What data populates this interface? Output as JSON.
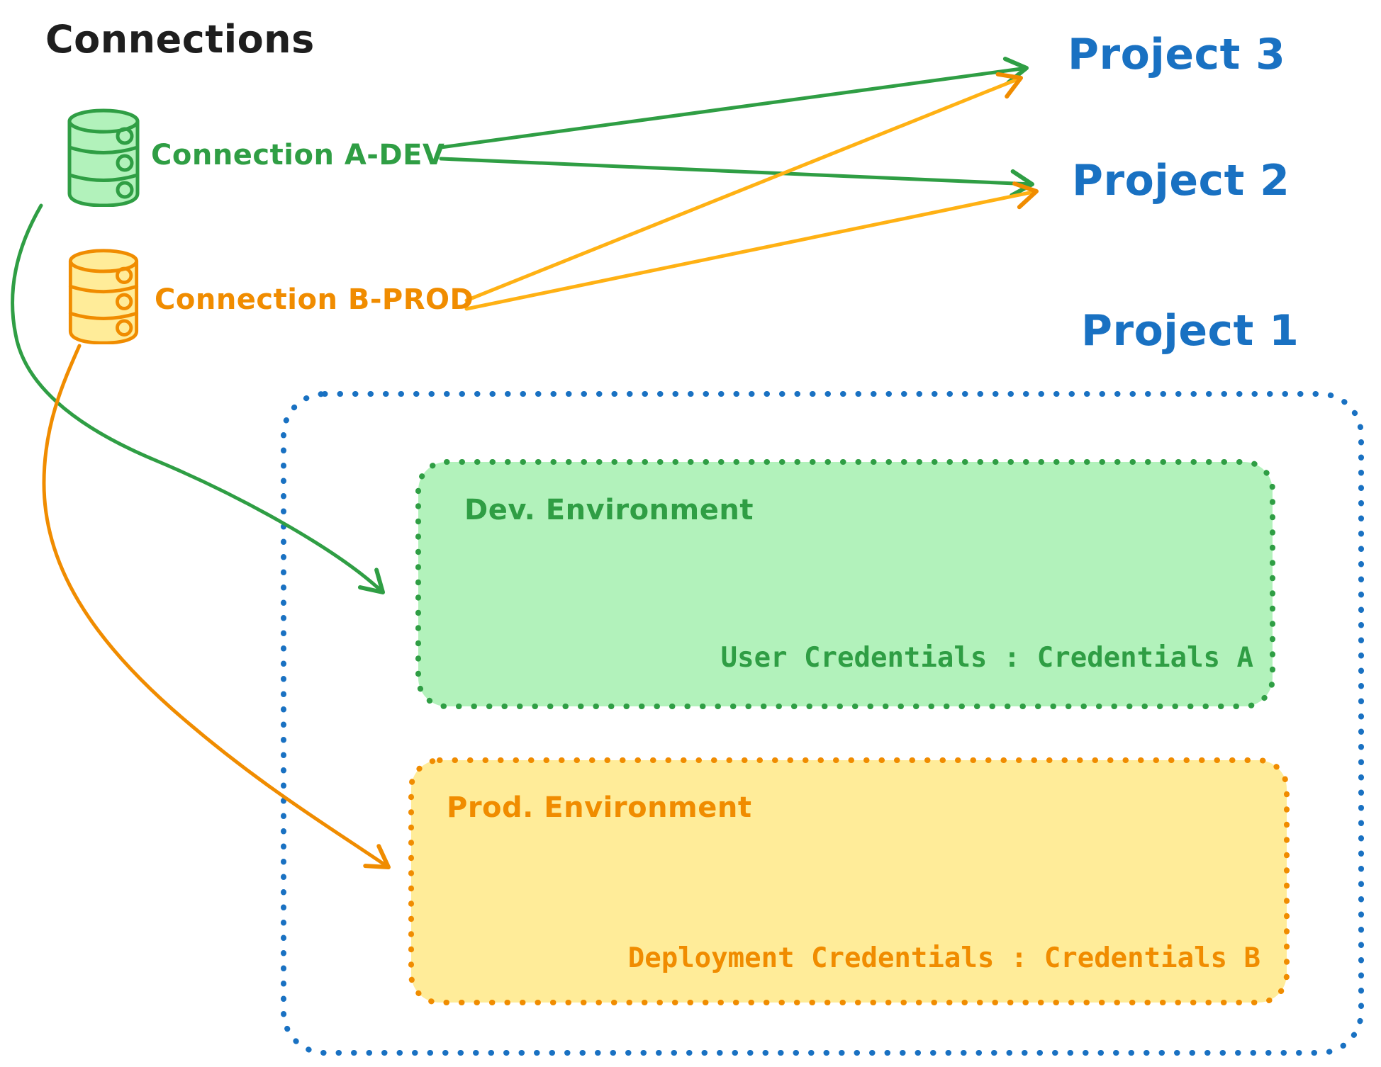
{
  "title": "Connections",
  "colors": {
    "black": "#1e1e1e",
    "green": "#2f9e44",
    "green_fill": "#b2f2bb",
    "orange": "#f08c00",
    "orange_fill": "#ffec99",
    "blue": "#1971c2",
    "background": "#ffffff"
  },
  "connections": [
    {
      "label": "Connection A-DEV",
      "color": "#2f9e44",
      "icon": "database-icon"
    },
    {
      "label": "Connection B-PROD",
      "color": "#f08c00",
      "icon": "database-icon"
    }
  ],
  "projects": [
    {
      "label": "Project 3"
    },
    {
      "label": "Project 2"
    },
    {
      "label": "Project 1"
    }
  ],
  "project1_detail": {
    "environments": [
      {
        "title": "Dev. Environment",
        "credentials_label": "User Credentials : Credentials A",
        "color": "#2f9e44",
        "fill": "#b2f2bb"
      },
      {
        "title": "Prod. Environment",
        "credentials_label": "Deployment Credentials : Credentials B",
        "color": "#f08c00",
        "fill": "#ffec99"
      }
    ]
  },
  "arrows": [
    {
      "from": "Connection A-DEV",
      "to": "Project 3",
      "color": "#2f9e44"
    },
    {
      "from": "Connection A-DEV",
      "to": "Project 2",
      "color": "#2f9e44"
    },
    {
      "from": "Connection B-PROD",
      "to": "Project 3",
      "color": "#f08c00"
    },
    {
      "from": "Connection B-PROD",
      "to": "Project 2",
      "color": "#f08c00"
    },
    {
      "from": "Connection A-DEV",
      "to": "Dev. Environment",
      "color": "#2f9e44"
    },
    {
      "from": "Connection B-PROD",
      "to": "Prod. Environment",
      "color": "#f08c00"
    }
  ]
}
